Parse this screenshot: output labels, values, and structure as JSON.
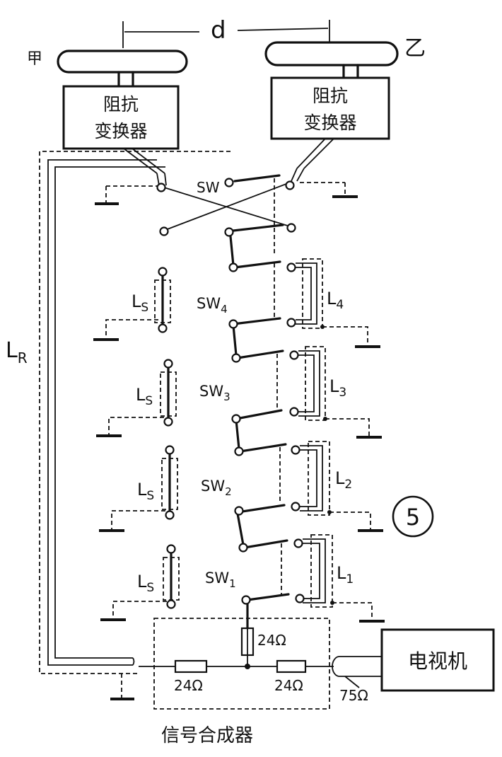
{
  "antennas": {
    "a": {
      "label": "甲"
    },
    "b": {
      "label": "乙"
    },
    "spacing": "d"
  },
  "converter": {
    "line1": "阻抗",
    "line2": "变换器"
  },
  "lines": {
    "lr": "L",
    "lr_sub": "R",
    "ls": "L",
    "ls_sub": "S"
  },
  "switches": {
    "main": "SW",
    "sw4": {
      "name": "SW",
      "sub": "4"
    },
    "sw3": {
      "name": "SW",
      "sub": "3"
    },
    "sw2": {
      "name": "SW",
      "sub": "2"
    },
    "sw1": {
      "name": "SW",
      "sub": "1"
    }
  },
  "delays": {
    "l4": {
      "name": "L",
      "sub": "4"
    },
    "l3": {
      "name": "L",
      "sub": "3"
    },
    "l2": {
      "name": "L",
      "sub": "2"
    },
    "l1": {
      "name": "L",
      "sub": "1"
    }
  },
  "resistors": {
    "top": "24Ω",
    "left": "24Ω",
    "right": "24Ω"
  },
  "impedance": "75Ω",
  "tv": "电视机",
  "combiner": "信号合成器",
  "figure_number": "5"
}
